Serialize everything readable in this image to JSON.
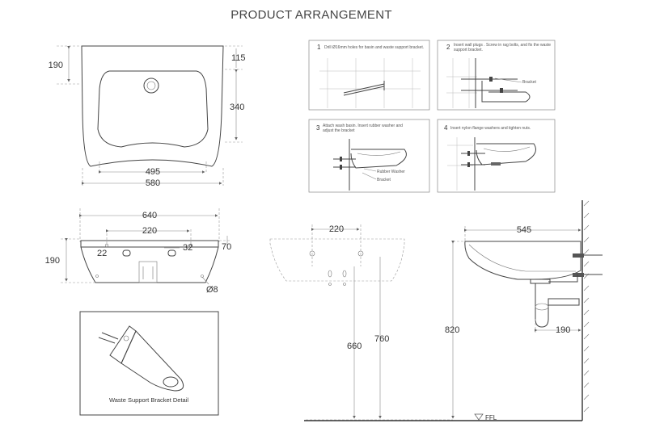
{
  "title": "PRODUCT ARRANGEMENT",
  "top_view": {
    "dim_height": "190",
    "dim_back": "115",
    "dim_bowl": "340",
    "dim_inner_width": "495",
    "dim_outer_width": "580"
  },
  "front_view": {
    "dim_width": "640",
    "dim_holes": "220",
    "dim_slot_left": "22",
    "dim_slot_right": "32",
    "dim_top": "70",
    "dim_height": "190",
    "dim_hole_dia": "Ø8"
  },
  "detail": {
    "caption": "Waste Support Bracket Detail"
  },
  "steps": [
    {
      "num": "1",
      "text": "Drill Ø16mm holes for basin and waste support bracket."
    },
    {
      "num": "2",
      "text": "Insert wall plugs . Screw in rag bolts, and fix the waste support bracket.",
      "label": "Bracket"
    },
    {
      "num": "3",
      "text": "Attach wash basin. Insert rubber washer and adjust the bracket",
      "label1": "Rubber Washer",
      "label2": "Bracket"
    },
    {
      "num": "4",
      "text": "Insert nylon flange washers and tighten nuts."
    }
  ],
  "wall_view": {
    "dim_holes": "220",
    "dim_low": "660",
    "dim_high": "760"
  },
  "side_view": {
    "dim_depth": "545",
    "dim_height": "820",
    "dim_trap": "190",
    "floor_label": "FFL"
  }
}
